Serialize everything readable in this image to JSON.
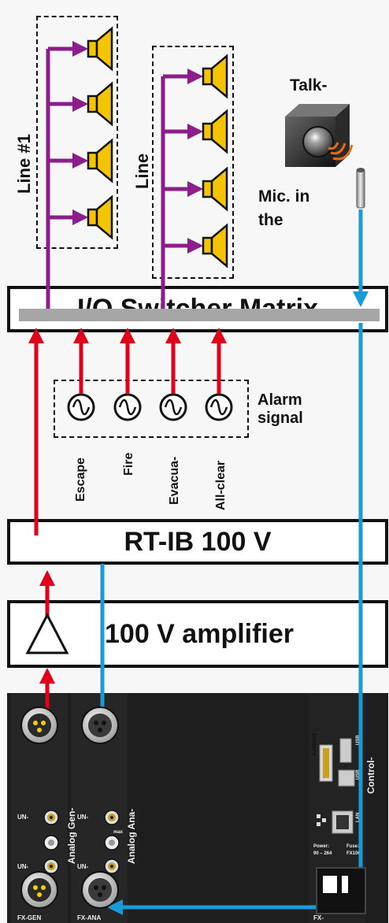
{
  "lines": {
    "line1_label": "Line #1",
    "line2_label": "Line"
  },
  "talk": {
    "label": "Talk-"
  },
  "mic": {
    "label_line1": "Mic. in",
    "label_line2": "the"
  },
  "matrix": {
    "label": "I/O Switcher Matrix"
  },
  "alarm": {
    "label_line1": "Alarm",
    "label_line2": "signal",
    "signals": [
      "Escape",
      "Fire",
      "Evacua-",
      "All-clear"
    ]
  },
  "rtib": {
    "label": "RT-IB 100 V"
  },
  "amplifier": {
    "label": "100 V amplifier"
  },
  "device": {
    "gen_module_label": "Analog Gen-",
    "ana_module_label": "Analog Ana-",
    "control_label": "Control-",
    "gen_bottom_label": "FX-GEN",
    "ana_bottom_label": "FX-ANA",
    "fx_bottom_label": "FX-",
    "un_label": "UN-",
    "max_label": "max",
    "auxiliary_label": "Auxiliary",
    "usb_label": "USB",
    "lan_label": "LAN",
    "power_label": "Power:",
    "power_value": "90 – 264",
    "fuse_label": "Fuse:",
    "fuse_value": "FX100"
  },
  "colors": {
    "purple": "#8c1e8c",
    "red": "#e0001a",
    "blue": "#1a9bd7",
    "speaker_yellow": "#f5c400",
    "panel": "#1e1e1e"
  }
}
